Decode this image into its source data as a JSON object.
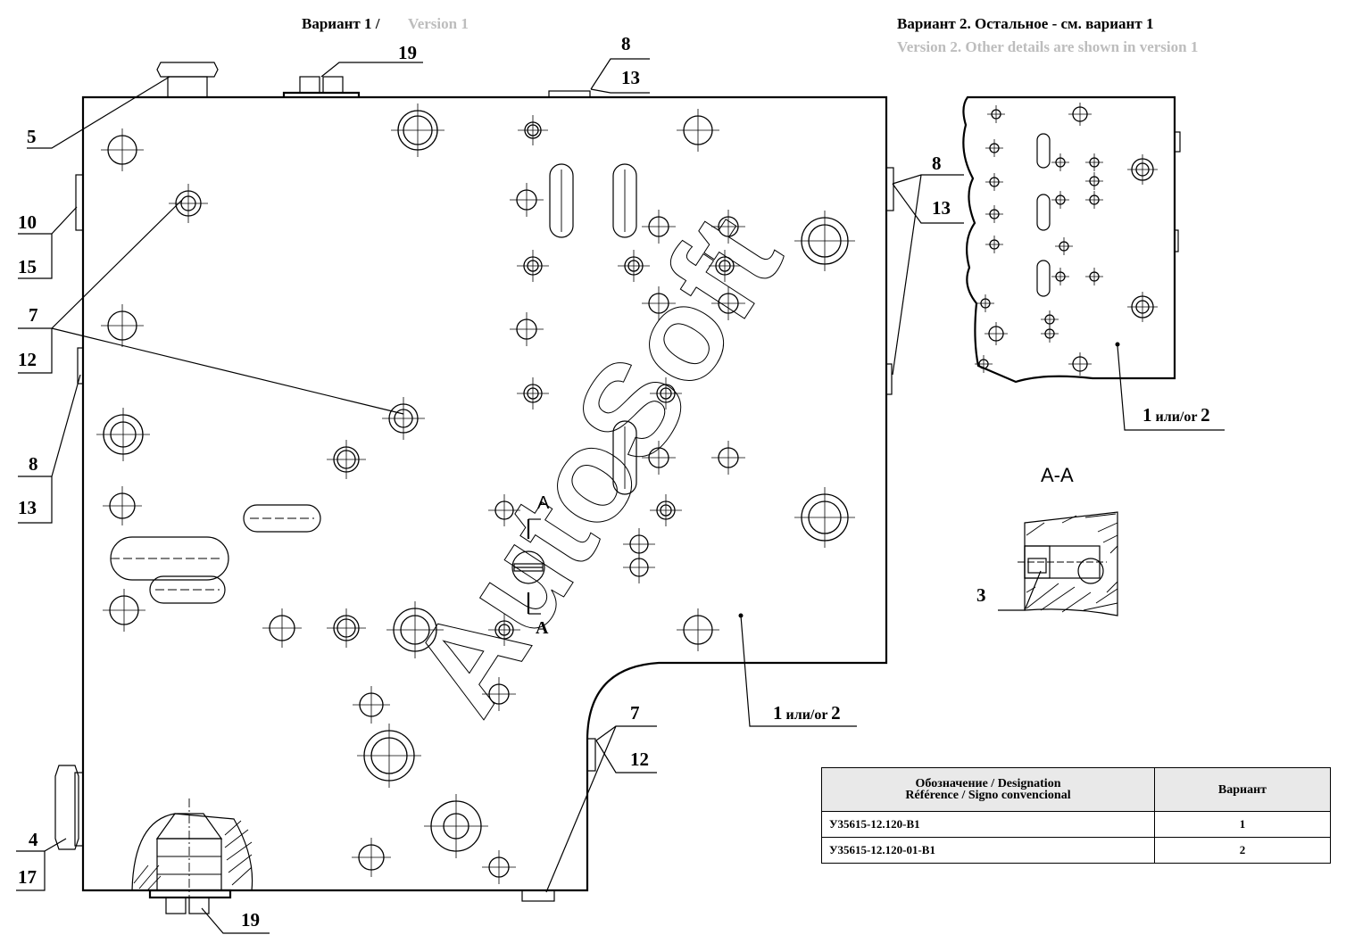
{
  "headers": {
    "v1_ru": "Вариант 1 /",
    "v1_en": "Version 1",
    "v2_ru": "Вариант 2. Остальное - см. вариант 1",
    "v2_en": "Version 2. Other details are shown in version 1"
  },
  "callouts": {
    "c5": "5",
    "c19a": "19",
    "c8a": "8",
    "c13a": "13",
    "c10": "10",
    "c15": "15",
    "c7a": "7",
    "c12a": "12",
    "c8b": "8",
    "c13b": "13",
    "c8c": "8",
    "c13c": "13",
    "c7b": "7",
    "c12b": "12",
    "c4": "4",
    "c17": "17",
    "c19b": "19",
    "c3": "3"
  },
  "part_label": {
    "num": "1",
    "text": " или/or ",
    "num2": "2"
  },
  "section": {
    "title": "A-A",
    "mark": "A"
  },
  "watermark": "AutoSoft",
  "table": {
    "h1": "Обозначение / Designation",
    "h2": "Référence / Signo convencional",
    "h3": "Вариант",
    "rows": [
      {
        "code": "У35615-12.120-В1",
        "variant": "1"
      },
      {
        "code": "У35615-12.120-01-В1",
        "variant": "2"
      }
    ]
  }
}
